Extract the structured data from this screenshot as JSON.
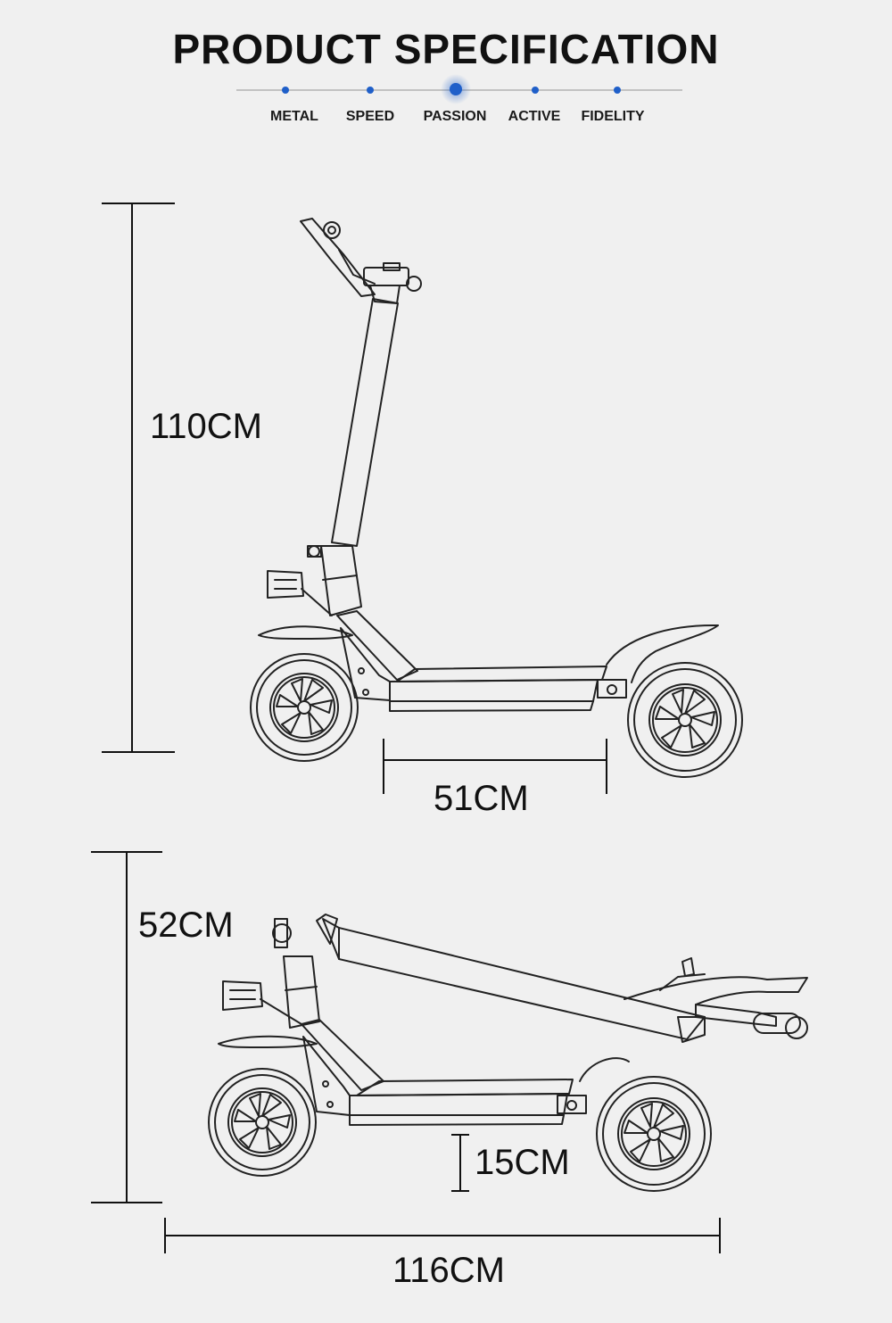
{
  "header": {
    "title": "PRODUCT SPECIFICATION",
    "features": [
      "METAL",
      "SPEED",
      "PASSION",
      "ACTIVE",
      "FIDELITY"
    ],
    "active_feature_index": 2,
    "accent_color": "#1f5fc9"
  },
  "unfolded": {
    "height_label": "110CM",
    "deck_length_label": "51CM"
  },
  "folded": {
    "height_label": "52CM",
    "ground_clearance_label": "15CM",
    "length_label": "116CM"
  }
}
